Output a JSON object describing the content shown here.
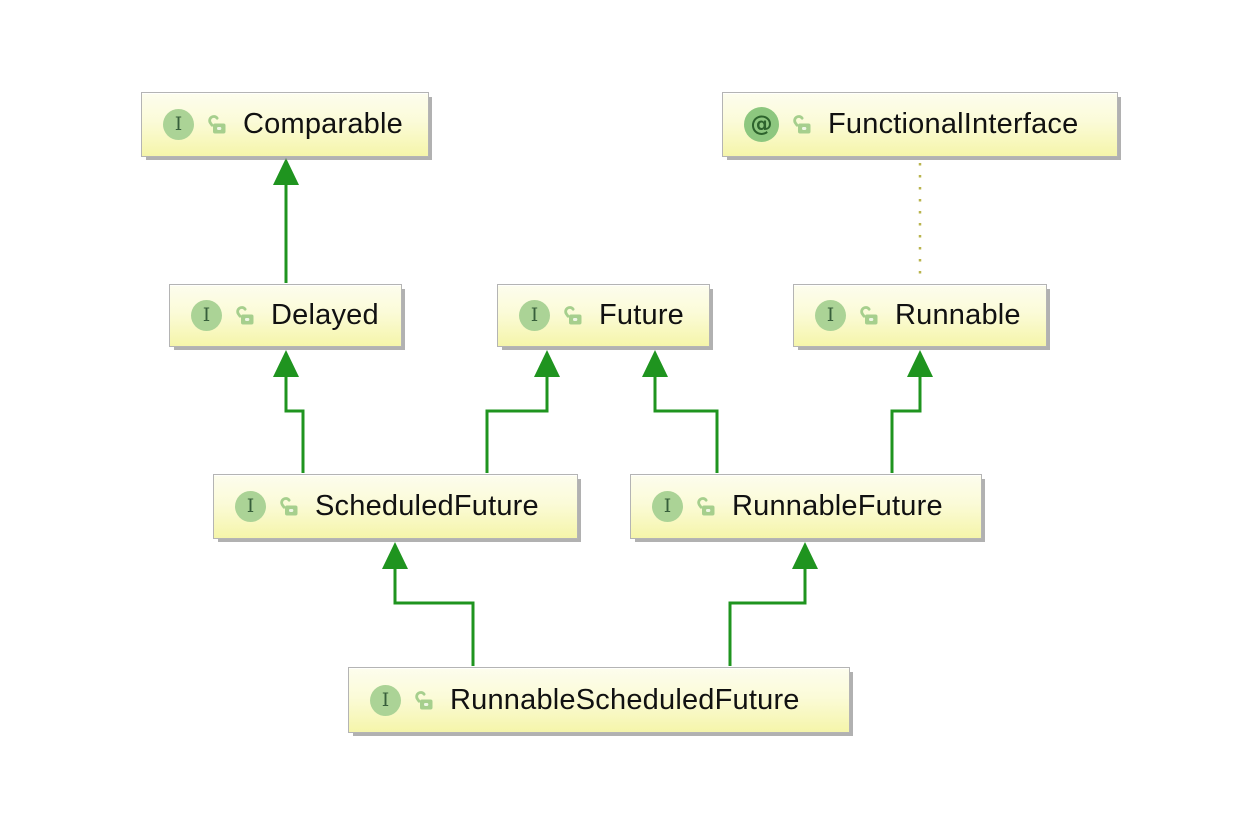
{
  "diagram": {
    "type": "uml-class-diagram",
    "description": "Java interface inheritance hierarchy",
    "nodes": {
      "comparable": {
        "label": "Comparable",
        "badge": "I",
        "kind": "interface",
        "visibility": "public"
      },
      "functional_interface": {
        "label": "FunctionalInterface",
        "badge": "@",
        "kind": "annotation",
        "visibility": "public"
      },
      "delayed": {
        "label": "Delayed",
        "badge": "I",
        "kind": "interface",
        "visibility": "public"
      },
      "future": {
        "label": "Future",
        "badge": "I",
        "kind": "interface",
        "visibility": "public"
      },
      "runnable": {
        "label": "Runnable",
        "badge": "I",
        "kind": "interface",
        "visibility": "public"
      },
      "scheduled_future": {
        "label": "ScheduledFuture",
        "badge": "I",
        "kind": "interface",
        "visibility": "public"
      },
      "runnable_future": {
        "label": "RunnableFuture",
        "badge": "I",
        "kind": "interface",
        "visibility": "public"
      },
      "runnable_scheduled_future": {
        "label": "RunnableScheduledFuture",
        "badge": "I",
        "kind": "interface",
        "visibility": "public"
      }
    },
    "edges": [
      {
        "from": "Delayed",
        "to": "Comparable",
        "type": "extends",
        "style": "solid-green-filled-arrow"
      },
      {
        "from": "Runnable",
        "to": "FunctionalInterface",
        "type": "annotated-by",
        "style": "dotted-no-arrow"
      },
      {
        "from": "ScheduledFuture",
        "to": "Delayed",
        "type": "extends",
        "style": "solid-green-filled-arrow"
      },
      {
        "from": "ScheduledFuture",
        "to": "Future",
        "type": "extends",
        "style": "solid-green-filled-arrow"
      },
      {
        "from": "RunnableFuture",
        "to": "Future",
        "type": "extends",
        "style": "solid-green-filled-arrow"
      },
      {
        "from": "RunnableFuture",
        "to": "Runnable",
        "type": "extends",
        "style": "solid-green-filled-arrow"
      },
      {
        "from": "RunnableScheduledFuture",
        "to": "ScheduledFuture",
        "type": "extends",
        "style": "solid-green-filled-arrow"
      },
      {
        "from": "RunnableScheduledFuture",
        "to": "RunnableFuture",
        "type": "extends",
        "style": "solid-green-filled-arrow"
      }
    ],
    "colors": {
      "edge_extends": "#1f941f",
      "edge_annotation_dotted": "#b9b44e",
      "node_fill_top": "#fdfdee",
      "node_fill_bottom": "#f5f5aa",
      "node_border": "#b4b4b4",
      "interface_badge_bg": "#abd396",
      "interface_badge_text": "#375f3b",
      "annotation_badge_bg": "#8dc77f",
      "annotation_badge_text": "#2d632d",
      "lock_icon": "#a6cf8d",
      "label_color": "#111111",
      "canvas_bg": "#ffffff"
    }
  }
}
